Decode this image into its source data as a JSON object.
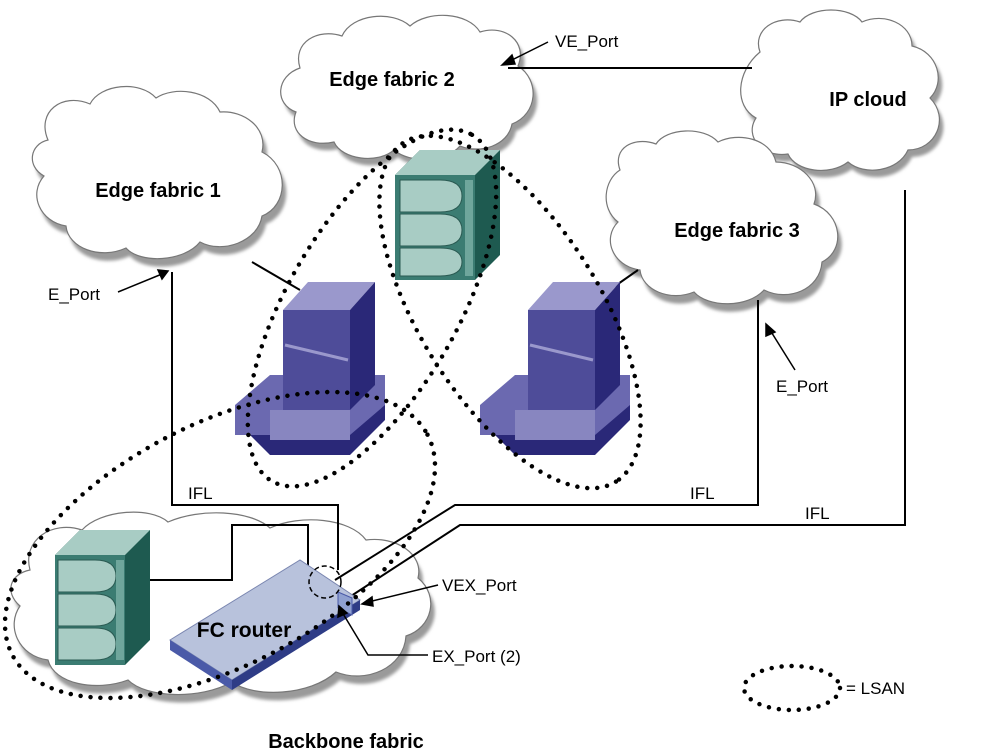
{
  "clouds": {
    "edge1": "Edge fabric 1",
    "edge2": "Edge fabric 2",
    "edge3": "Edge fabric 3",
    "ip": "IP cloud",
    "backbone": "Backbone fabric"
  },
  "router": {
    "label": "FC router"
  },
  "ports": {
    "ve": "VE_Port",
    "e_left": "E_Port",
    "e_right": "E_Port",
    "vex": "VEX_Port",
    "ex": "EX_Port (2)"
  },
  "links": {
    "ifl_left": "IFL",
    "ifl_mid": "IFL",
    "ifl_right": "IFL"
  },
  "legend": {
    "lsan": "= LSAN"
  },
  "colors": {
    "cloud_fill": "#ffffff",
    "cloud_shadow": "#9a9a9a",
    "server_front": "#4e4c99",
    "server_side": "#2a2878",
    "server_top": "#9a98cc",
    "storage_body": "#3b7c72",
    "storage_light": "#a8ccc4",
    "router_top": "#b8c2dc",
    "router_side": "#4a5aa8"
  }
}
